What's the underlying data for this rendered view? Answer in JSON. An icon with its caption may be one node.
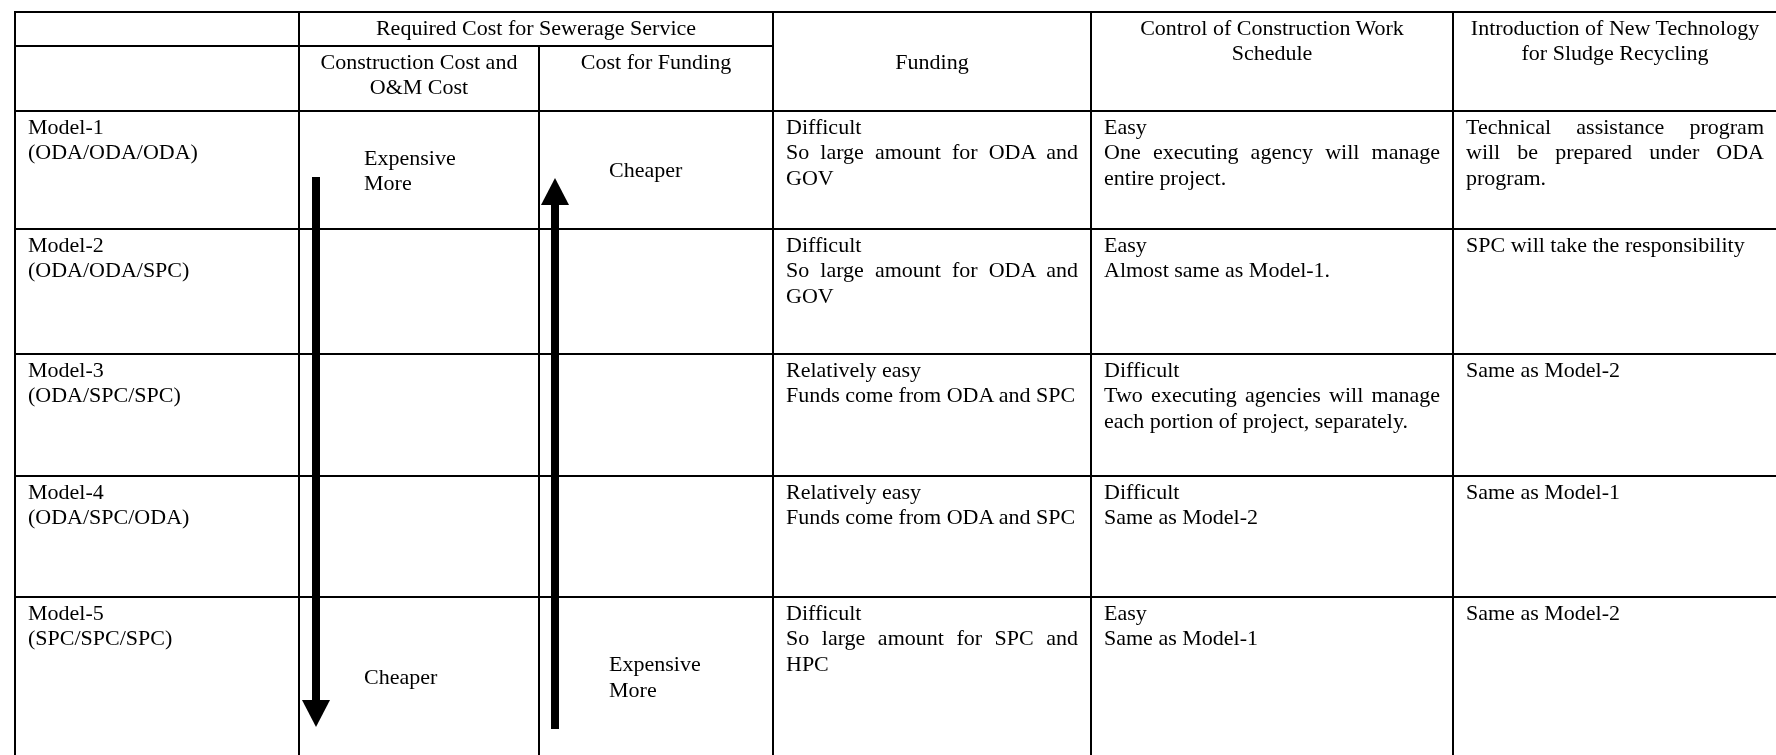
{
  "diagram": {
    "labels": [
      "Required Cost for Sewerage Service",
      "Funding",
      "Control of Construction Work Schedule",
      "Introduction of New Technology for Sludge Recycling",
      "Construction Cost and O&M Cost",
      "Cost for Funding",
      "Model-1",
      "(ODA/ODA/ODA)",
      "Expensive More",
      "Cheaper",
      "Difficult",
      "So large amount for ODA and GOV",
      "Easy",
      "One executing agency will manage entire project.",
      "Technical assistance program will be prepared under ODA program.",
      "Model-2",
      "(ODA/ODA/SPC)",
      "Difficult",
      "So large amount for ODA and GOV",
      "Easy",
      "Almost same as Model-1.",
      "SPC will take the responsibility",
      "Model-3",
      "(ODA/SPC/SPC)",
      "Relatively easy",
      "Funds come from ODA and SPC",
      "Difficult",
      "Two executing agencies will manage each portion of project, separately.",
      "Same as Model-2",
      "Model-4",
      "(ODA/SPC/ODA)",
      "Relatively easy",
      "Funds come from ODA and SPC",
      "Difficult",
      "Same as Model-2",
      "Same as Model-1",
      "Model-5",
      "(SPC/SPC/SPC)",
      "Cheaper",
      "Expensive More",
      "Difficult",
      "So large amount for SPC and HPC",
      "Easy",
      "Same as Model-1",
      "Same as Model-2"
    ]
  }
}
